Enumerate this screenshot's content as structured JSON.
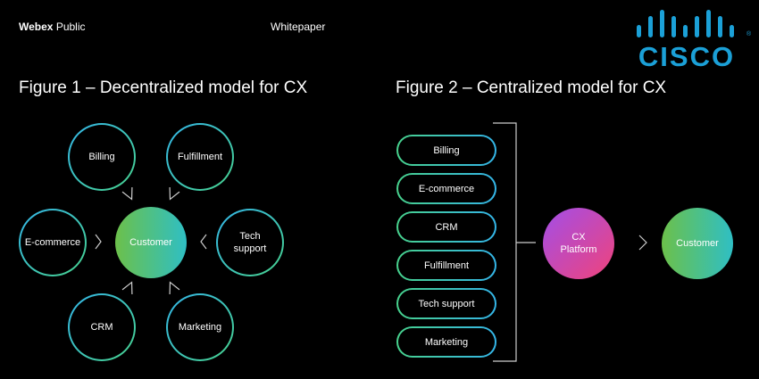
{
  "header": {
    "brand": "Webex",
    "public_label": "Public",
    "doc_type": "Whitepaper",
    "logo_text": "CISCO"
  },
  "figure1": {
    "title": "Figure 1 – Decentralized model for CX",
    "center": "Customer",
    "nodes": [
      "Billing",
      "Fulfillment",
      "E-commerce",
      "Tech support",
      "CRM",
      "Marketing"
    ]
  },
  "figure2": {
    "title": "Figure 2 – Centralized model for CX",
    "systems": [
      "Billing",
      "E-commerce",
      "CRM",
      "Fulfillment",
      "Tech support",
      "Marketing"
    ],
    "platform": "CX Platform",
    "customer": "Customer"
  },
  "colors": {
    "background": "#000000",
    "ring_gradient": [
      "#34b5e8",
      "#47d18c"
    ],
    "customer_gradient": [
      "#6cc04a",
      "#2fbfc4"
    ],
    "platform_gradient": [
      "#a24ee8",
      "#f0437a"
    ],
    "logo": "#1ba0d7",
    "connector": "#cccccc"
  }
}
